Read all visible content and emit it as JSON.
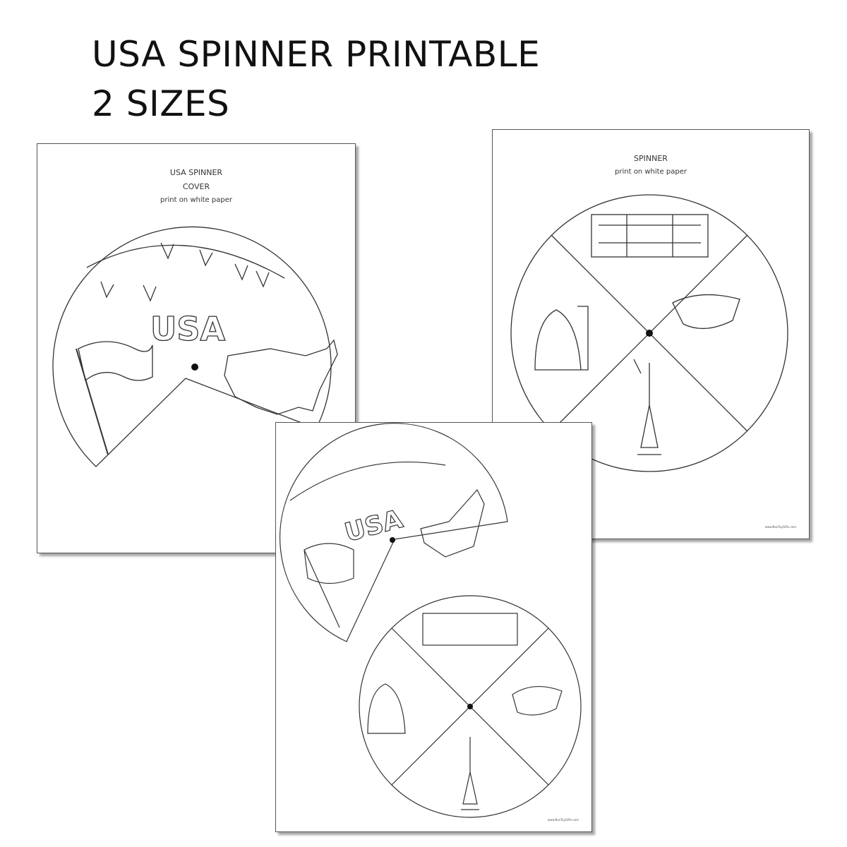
{
  "headline": {
    "line1": "USA SPINNER PRINTABLE",
    "line2": "2 SIZES"
  },
  "cover_page": {
    "title": "USA SPINNER",
    "subtitle": "COVER",
    "note": "print on white paper",
    "logo_text": "USA"
  },
  "spinner_page": {
    "title": "SPINNER",
    "note": "print on white paper",
    "footer": "www.NonToyGifts.com",
    "sections": [
      "white-house",
      "bald-eagle",
      "statue-of-liberty",
      "liberty-bell"
    ]
  },
  "combined_page": {
    "logo_text": "USA",
    "footer": "www.NonToyGifts.com"
  },
  "colors": {
    "line": "#333333",
    "paper": "#ffffff"
  }
}
